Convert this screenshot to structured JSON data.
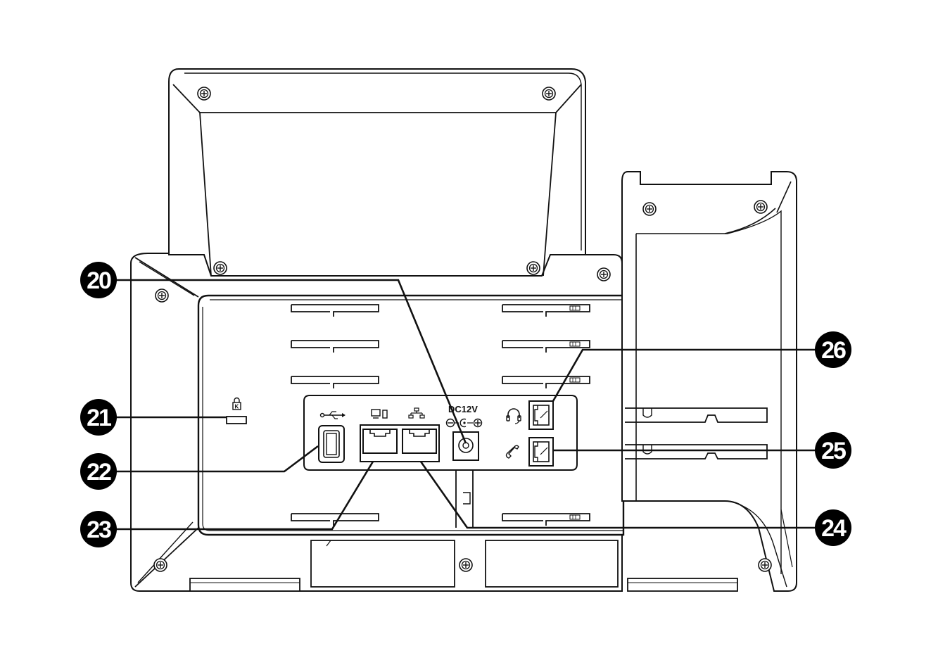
{
  "callouts": [
    {
      "id": "20",
      "label": "20"
    },
    {
      "id": "21",
      "label": "21"
    },
    {
      "id": "22",
      "label": "22"
    },
    {
      "id": "23",
      "label": "23"
    },
    {
      "id": "24",
      "label": "24"
    },
    {
      "id": "25",
      "label": "25"
    },
    {
      "id": "26",
      "label": "26"
    }
  ],
  "panel_labels": {
    "dc_power": "DC12V"
  },
  "icons": {
    "lock": "kensington-lock-icon",
    "usb": "usb-icon",
    "pc": "pc-port-icon",
    "lan": "network-port-icon",
    "polarity": "dc-polarity-icon",
    "headset": "headset-icon",
    "handset": "handset-icon",
    "screw": "screw-icon"
  },
  "colors": {
    "stroke": "#111111",
    "callout_fill": "#000000",
    "background": "#ffffff"
  }
}
